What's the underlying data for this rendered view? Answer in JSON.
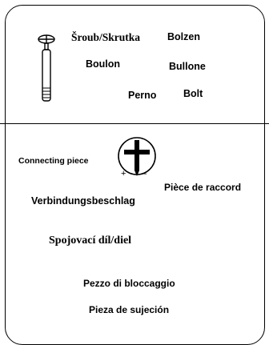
{
  "bolt_section": {
    "icon": "bolt-icon",
    "labels": {
      "czech_slovak": "Šroub/Skrutka",
      "german": "Bolzen",
      "french": "Boulon",
      "dutch": "Bullone",
      "spanish": "Perno",
      "english": "Bolt"
    }
  },
  "connecting_section": {
    "icon": "connecting-piece-icon",
    "icon_signs": {
      "plus": "+",
      "minus": "–"
    },
    "labels": {
      "english": "Connecting piece",
      "french": "Pièce de raccord",
      "german": "Verbindungsbeschlag",
      "czech_slovak": "Spojovací díl/diel",
      "italian": "Pezzo di bloccaggio",
      "spanish": "Pieza de sujeción"
    }
  }
}
